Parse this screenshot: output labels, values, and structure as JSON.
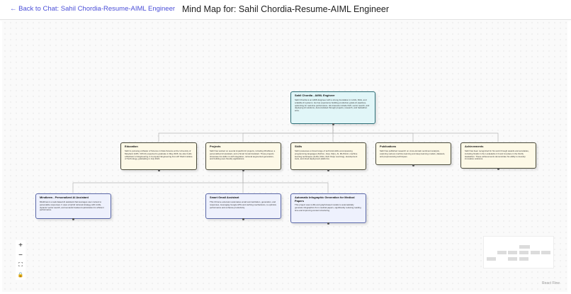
{
  "header": {
    "back_label": "← Back to Chat: Sahil Chordia-Resume-AIML Engineer",
    "title": "Mind Map for: Sahil Chordia-Resume-AIML Engineer"
  },
  "nodes": {
    "root": {
      "title": "Sahil Chordia - AI/ML Engineer",
      "desc": "Sahil Chordia is an AI/ML Engineer with a strong foundation in LLMs, RAG, and scalable AI systems. He has experience building production-grade AI pipelines, optimizing for real-time performance. His interests include NLP, vector search, and deploying AI solutions, demonstrated through projects, research, and hackathon wins."
    },
    "education": {
      "title": "Education",
      "desc": "Sahil is pursuing a Master of Science in Data Science at the University of Maryland (GPA: 3.8/4.0) expected to graduate in May 2026. He also holds a Bachelor of Engineering in Computer Engineering from AP Shah Institute of Technology, graduating in July 2024."
    },
    "projects": {
      "title": "Projects",
      "desc": "Sahil has worked on several impactful AI projects, including Mindbrew, a personalized AI assistant, and a Smart Gmail Assistant. These projects showcase his skills in LLM integration, retrieval augmented generation, and building user-friendly applications."
    },
    "skills": {
      "title": "Skills",
      "desc": "Sahil possesses a broad range of technical skills encompassing programming languages (Python, Java, SQL), AI, ML/DL/AI, machine learning techniques (LLMs, RAG, NLP, Deep Learning), development tools, and cloud deployment platforms."
    },
    "publications": {
      "title": "Publications",
      "desc": "Sahil has published research on cross-domain sentiment analysis, exploring various machine learning and deep learning models, datasets, and preprocessing techniques."
    },
    "achievements": {
      "title": "Achievements",
      "desc": "Sahil has been recognized for his work through awards and accolades, including finalist in the LunaHacks 2.0 and 1st place in the Firefly Hackathon. These achievements demonstrate his ability to develop innovative solutions."
    },
    "mindbrew": {
      "title": "Mindbrew - Personalized AI Assistant",
      "desc": "Mindbrew is a web-based AI assistant that leverages user context to personalize responses. It uses a hybrid retrieval strategy with LLMs, dynamic vector search, and semantic backend optimization for efficient performance."
    },
    "gmail": {
      "title": "Smart Gmail Assistant",
      "desc": "This Chrome extension automates email summarization, generation, and responses, leveraging Google APIs and caching mechanisms, to optimize performance and enhance productivity."
    },
    "infographic": {
      "title": "Automatic Infographic Generation for Medical Papers",
      "desc": "This project uses LLMs and graph-based models to automatically generate infographics from medical papers, significantly reducing reading time and improving content structuring."
    }
  },
  "controls": {
    "zoom_in": "+",
    "zoom_out": "−",
    "fit_view": "⛶",
    "lock": "🔒"
  },
  "attribution": "React Flow",
  "colors": {
    "accent_link": "#4b4fd8",
    "root_fill": "#e1f6f8",
    "level1_fill": "#fdf9e7",
    "level2_fill": "#eef1fd",
    "edge": "#b5b5b5"
  }
}
